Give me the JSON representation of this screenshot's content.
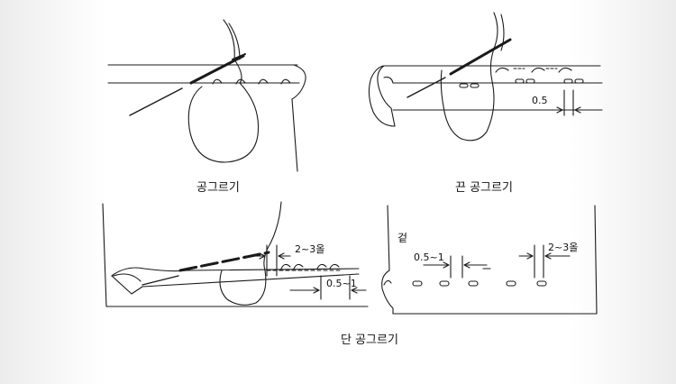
{
  "panels": {
    "top_left": {
      "caption": "공그르기"
    },
    "top_right": {
      "caption": "끈 공그르기",
      "dim": "0.5"
    },
    "bottom_left": {
      "dim_top": "2~3올",
      "dim_bottom": "0.5~1"
    },
    "bottom_right": {
      "side_label": "겉",
      "dim_left": "0.5~1",
      "dim_right": "2~3올"
    },
    "bottom_caption": "단 공그르기"
  },
  "colors": {
    "line": "#1a1a1a",
    "background": "#ffffff"
  }
}
